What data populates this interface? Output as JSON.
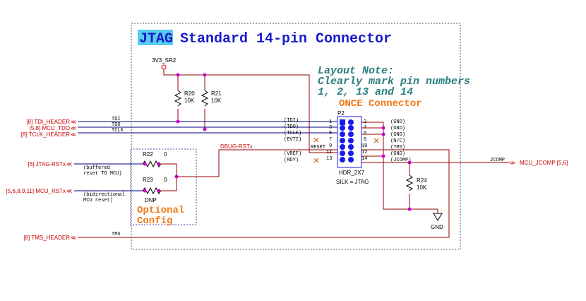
{
  "title": {
    "highlight": "JTAG",
    "rest": "Standard 14-pin Connector"
  },
  "layout_note": {
    "line1": "Layout Note:",
    "line2": "Clearly mark pin numbers",
    "line3": "1, 2, 13 and 14"
  },
  "once_label": "ONCE Connector",
  "power": {
    "label": "3V3_SR2"
  },
  "resistors": {
    "r20": {
      "ref": "R20",
      "value": "10K"
    },
    "r21": {
      "ref": "R21",
      "value": "10K"
    },
    "r22": {
      "ref": "R22",
      "value": "0"
    },
    "r23": {
      "ref": "R23",
      "value": "0"
    },
    "r24": {
      "ref": "R24",
      "value": "10K"
    }
  },
  "dnp": "DNP",
  "optional": {
    "line1": "Optional",
    "line2": "Config"
  },
  "ports_left": [
    {
      "ref": "[8]",
      "name": "TDI_HEADER"
    },
    {
      "ref": "[5,8]",
      "name": "MCU_TDO"
    },
    {
      "ref": "[8]",
      "name": "TCLK_HEADER"
    },
    {
      "ref": "[6]",
      "name": "JTAG-RSTx"
    },
    {
      "ref": "[5,6,8,9,11]",
      "name": "MCU_RSTx"
    },
    {
      "ref": "[8]",
      "name": "TMS_HEADER"
    }
  ],
  "port_right": {
    "name": "MCU_JCOMP",
    "ref": "[5,6]"
  },
  "net_labels": {
    "tdi": "TDI",
    "tdo": "TDO",
    "tclk": "TCLK",
    "tms": "TMS",
    "dbug": "DBUG-RSTx",
    "jcomp": "JCOMP",
    "gnd": "GND"
  },
  "annotations": {
    "buffered1": "(buffered",
    "buffered2": "reset TO MCU)",
    "bidir1": "(bidirectional",
    "bidir2": "MCU reset)"
  },
  "connector": {
    "ref": "P2",
    "part": "HDR_2X7",
    "silk": "SILK = JTAG",
    "left_pins": [
      "1",
      "3",
      "5",
      "7",
      "9",
      "11",
      "13"
    ],
    "right_pins": [
      "2",
      "4",
      "6",
      "8",
      "10",
      "12",
      "14"
    ],
    "left_signals": [
      "(TDI)",
      "(TDO)",
      "(TCLK)",
      "(EVTI)",
      "RESET",
      "(VREF)",
      "(RDY)"
    ],
    "right_signals": [
      "(GND)",
      "(GND)",
      "(GND)",
      "(N/C)",
      "(TMS)",
      "(GND)",
      "(JCOMP)"
    ]
  },
  "colors": {
    "title_blue": "#1a1acc",
    "title_highlight": "#55ccee",
    "note_teal": "#2a7f7f",
    "accent_orange": "#f07a1a",
    "port_red": "#cc0000",
    "wire_red": "#990000",
    "junction_magenta": "#cc00cc",
    "pin_blue": "#1a1aee"
  }
}
